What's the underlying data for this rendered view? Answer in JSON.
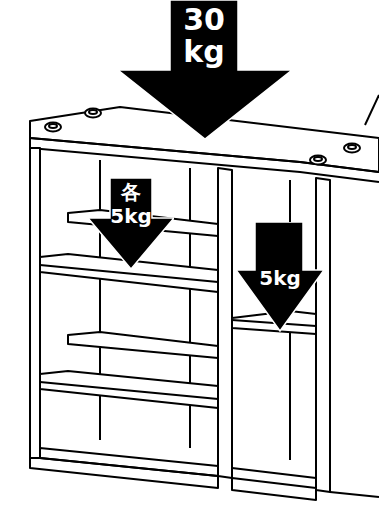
{
  "diagram": {
    "nodes": [
      {
        "text": [
          "30 kg"
        ]
      },
      {
        "text": [
          "各 5kg"
        ]
      },
      {
        "text": [
          "5kg"
        ]
      }
    ]
  }
}
